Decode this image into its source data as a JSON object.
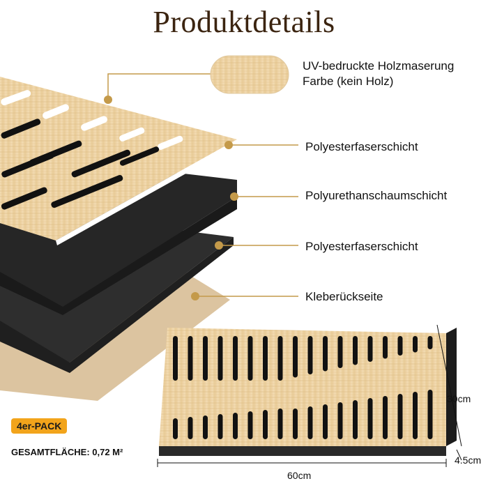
{
  "title": "Produktdetails",
  "layers": {
    "surface_line1": "UV-bedruckte Holzmaserung",
    "surface_line2": "Farbe (kein Holz)",
    "layer1": "Polyesterfaserschicht",
    "layer2": "Polyurethanschaumschicht",
    "layer3": "Polyesterfaserschicht",
    "layer4": "Kleberückseite"
  },
  "pack_badge": "4er-PACK",
  "total_area": "GESAMTFLÄCHE: 0,72 M²",
  "dimensions": {
    "width": "60cm",
    "height": "30cm",
    "depth": "4.5cm"
  },
  "colors": {
    "title": "#3b2410",
    "wood": "#eed5a8",
    "accent_line": "#c49a4a",
    "badge": "#f2a41b",
    "foam": "#2b2b2b"
  }
}
